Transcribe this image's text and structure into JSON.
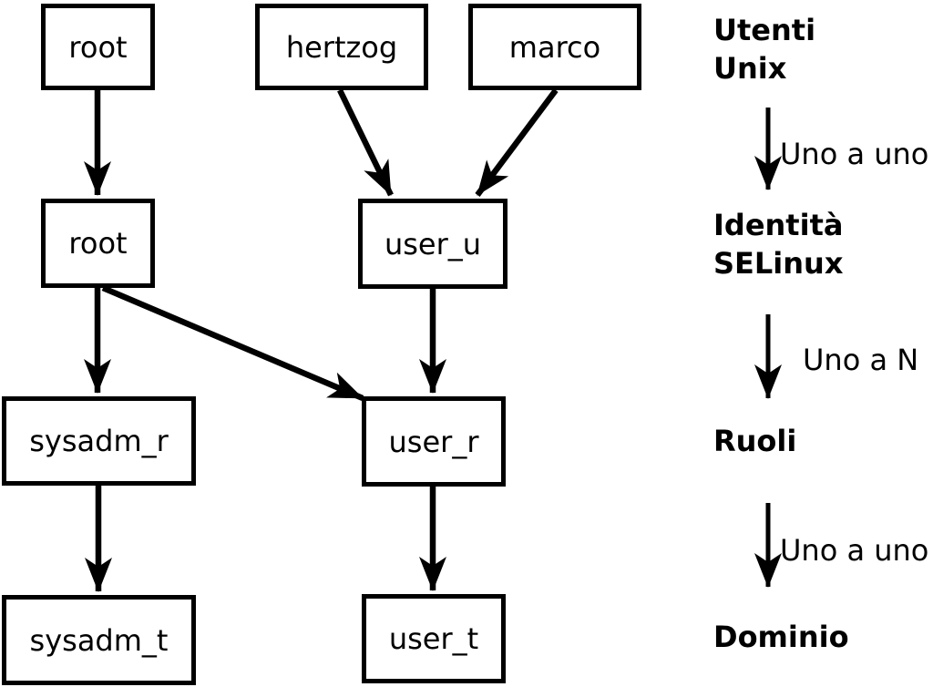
{
  "title": "SELinux identity mapping diagram",
  "nodes": {
    "unix_root": "root",
    "unix_hertzog": "hertzog",
    "unix_marco": "marco",
    "selinux_root": "root",
    "selinux_user_u": "user_u",
    "role_sysadm_r": "sysadm_r",
    "role_user_r": "user_r",
    "domain_sysadm_t": "sysadm_t",
    "domain_user_t": "user_t"
  },
  "edges": [
    {
      "from": "unix_root",
      "to": "selinux_root"
    },
    {
      "from": "unix_hertzog",
      "to": "selinux_user_u"
    },
    {
      "from": "unix_marco",
      "to": "selinux_user_u"
    },
    {
      "from": "selinux_root",
      "to": "role_sysadm_r"
    },
    {
      "from": "selinux_root",
      "to": "role_user_r"
    },
    {
      "from": "selinux_user_u",
      "to": "role_user_r"
    },
    {
      "from": "role_sysadm_r",
      "to": "domain_sysadm_t"
    },
    {
      "from": "role_user_r",
      "to": "domain_user_t"
    }
  ],
  "legend": {
    "levels": [
      {
        "label": "Utenti\nUnix"
      },
      {
        "label": "Identità\nSELinux"
      },
      {
        "label": "Ruoli"
      },
      {
        "label": "Dominio"
      }
    ],
    "relations": [
      {
        "label": "Uno a uno"
      },
      {
        "label": "Uno a N"
      },
      {
        "label": "Uno a uno"
      }
    ]
  },
  "colors": {
    "ink": "#000000",
    "background": "#ffffff",
    "node_fill": "#ffffff"
  }
}
